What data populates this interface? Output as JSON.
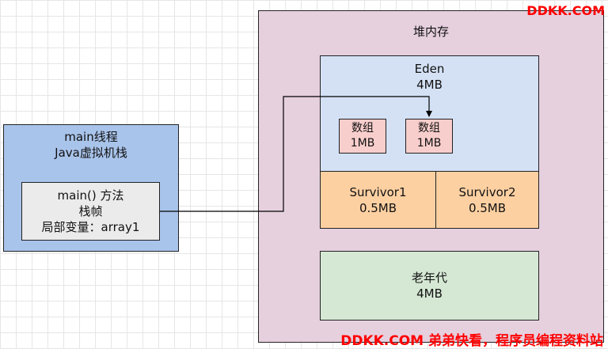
{
  "heap": {
    "title": "堆内存"
  },
  "eden": {
    "title": "Eden",
    "size": "4MB",
    "arrays": [
      {
        "label": "数组",
        "size": "1MB"
      },
      {
        "label": "数组",
        "size": "1MB"
      }
    ]
  },
  "survivors": [
    {
      "name": "Survivor1",
      "size": "0.5MB"
    },
    {
      "name": "Survivor2",
      "size": "0.5MB"
    }
  ],
  "old_gen": {
    "name": "老年代",
    "size": "4MB"
  },
  "thread": {
    "title": "main线程",
    "subtitle": "Java虚拟机栈",
    "frame": {
      "method": "main() 方法",
      "label": "栈帧",
      "local_var": "局部变量：array1"
    }
  },
  "watermark": {
    "top": "DDKK.COM",
    "bottom": "DDKK.COM 弟弟快看，程序员编程资料站"
  },
  "colors": {
    "heap": "#e6d0de",
    "eden": "#d4e1f5",
    "array": "#f8cecc",
    "survivor": "#fdd0a2",
    "old_gen": "#d5e8d4",
    "thread": "#a9c4eb",
    "frame": "#ebebeb",
    "watermark": "#ff0000"
  }
}
